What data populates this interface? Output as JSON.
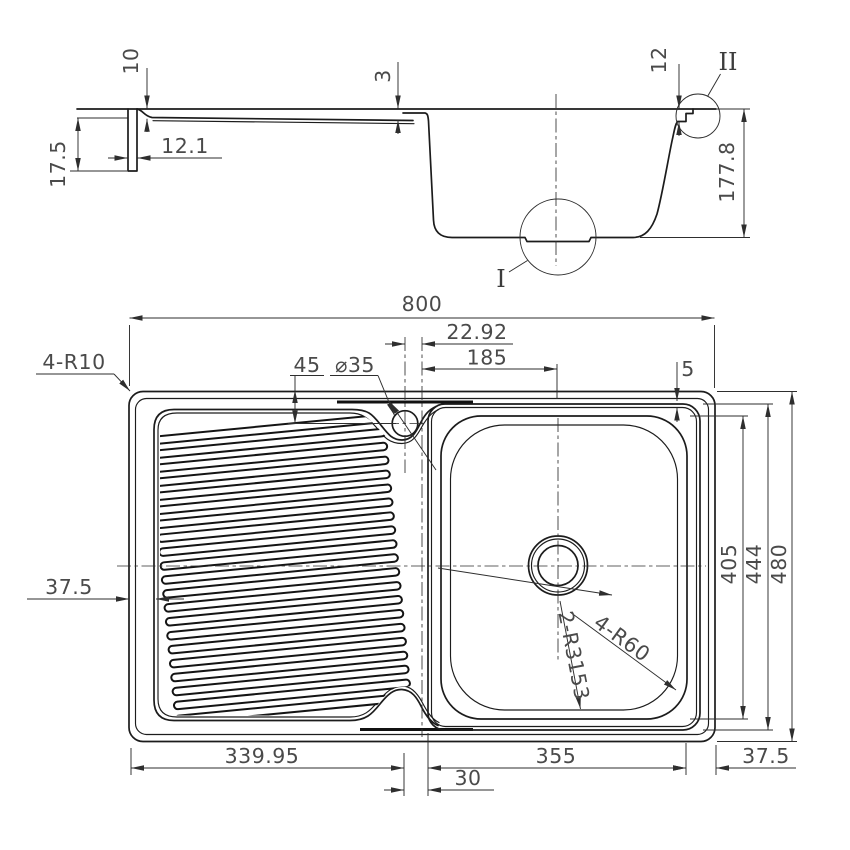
{
  "drawing": {
    "section": {
      "dims": {
        "lip_drop": "10",
        "lip_width": "12.1",
        "edge_height": "17.5",
        "board_step": "3",
        "rim_step": "12",
        "bowl_depth": "177.8"
      },
      "details": {
        "one": "I",
        "two": "II"
      }
    },
    "plan": {
      "dims": {
        "overall_width": "800",
        "tap_offset": "22.92",
        "centre_to_drain": "185",
        "tap_edge_distance": "45",
        "tap_hole_dia": "⌀35",
        "rim_gap": "5",
        "outer_corner_radius": "4-R10",
        "left_margin": "37.5",
        "bowl_inner_length": "405",
        "bowl_outer_length": "444",
        "overall_depth": "480",
        "bowl_corner_radius": "4-R60",
        "transition_radius": "2-R3153",
        "drainboard_length": "339.95",
        "centre_gap": "30",
        "bowl_length": "355",
        "right_margin": "37.5"
      }
    }
  }
}
